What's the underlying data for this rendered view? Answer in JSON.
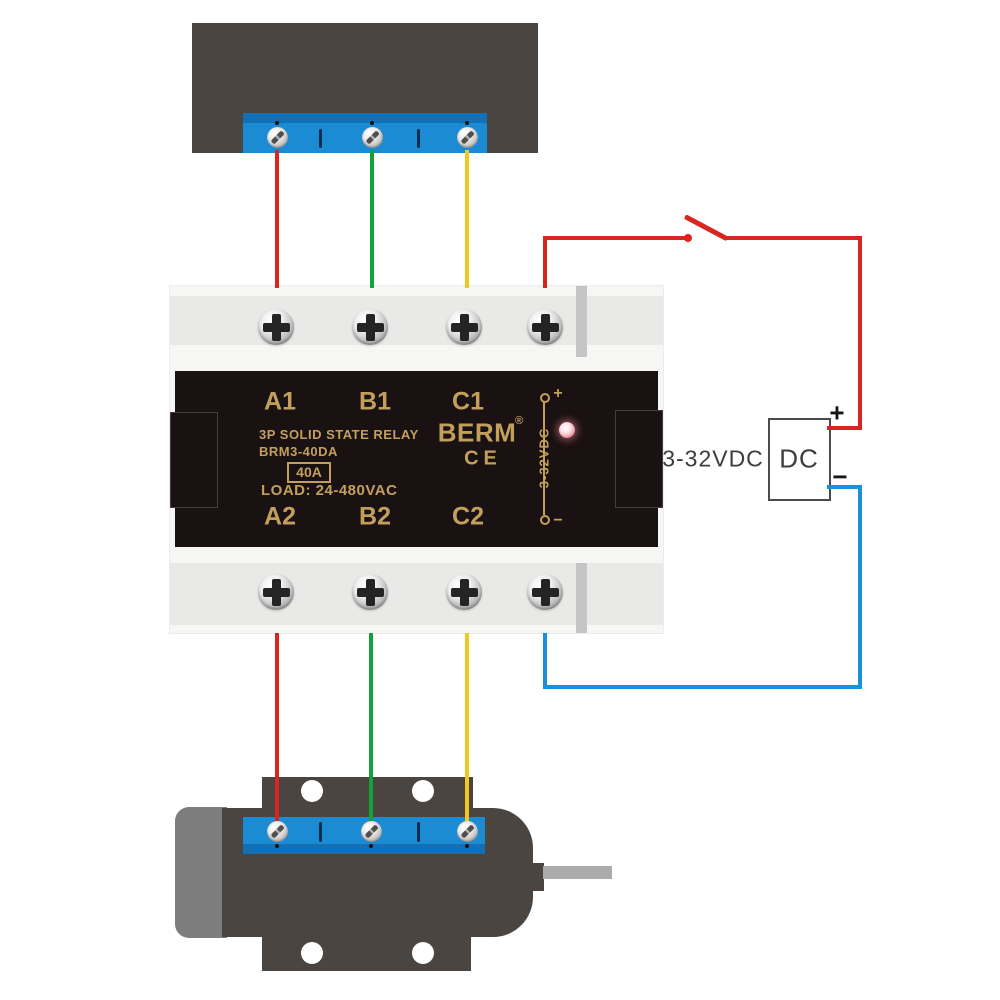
{
  "relay": {
    "phase_terminals_top": [
      "A1",
      "B1",
      "C1"
    ],
    "phase_terminals_bottom": [
      "A2",
      "B2",
      "C2"
    ],
    "product_type": "3P SOLID STATE RELAY",
    "model": "BRM3-40DA",
    "current_rating": "40A",
    "load_rating": "LOAD: 24-480VAC",
    "brand": "BERM",
    "registered_mark": "®",
    "certification": "CE",
    "control_voltage_vertical": "3-32VDC",
    "control_plus": "+",
    "control_minus": "−"
  },
  "control_circuit": {
    "supply_box_label": "DC",
    "supply_voltage_label": "3-32VDC",
    "plus": "+",
    "minus": "−"
  },
  "colors": {
    "wire_red": "#d9251f",
    "wire_green": "#14a13b",
    "wire_yellow": "#f2c71e",
    "wire_blue": "#1891da",
    "terminal_block_blue": "#1b8bd3",
    "terminal_block_blue_dark": "#1470b4",
    "separator_navy": "#0e2c4e",
    "device_body_dark": "#4b4542",
    "relay_body": "#f6f6f4",
    "relay_band": "#e9e9e7",
    "label_black": "#1a1113",
    "relay_label_gold": "#c2a05c",
    "din_bar_gray": "#c5c5c5",
    "motor_cap_gray": "#7d7d7d",
    "motor_shaft_gray": "#ababab",
    "text_dark": "#3c3c3c"
  }
}
